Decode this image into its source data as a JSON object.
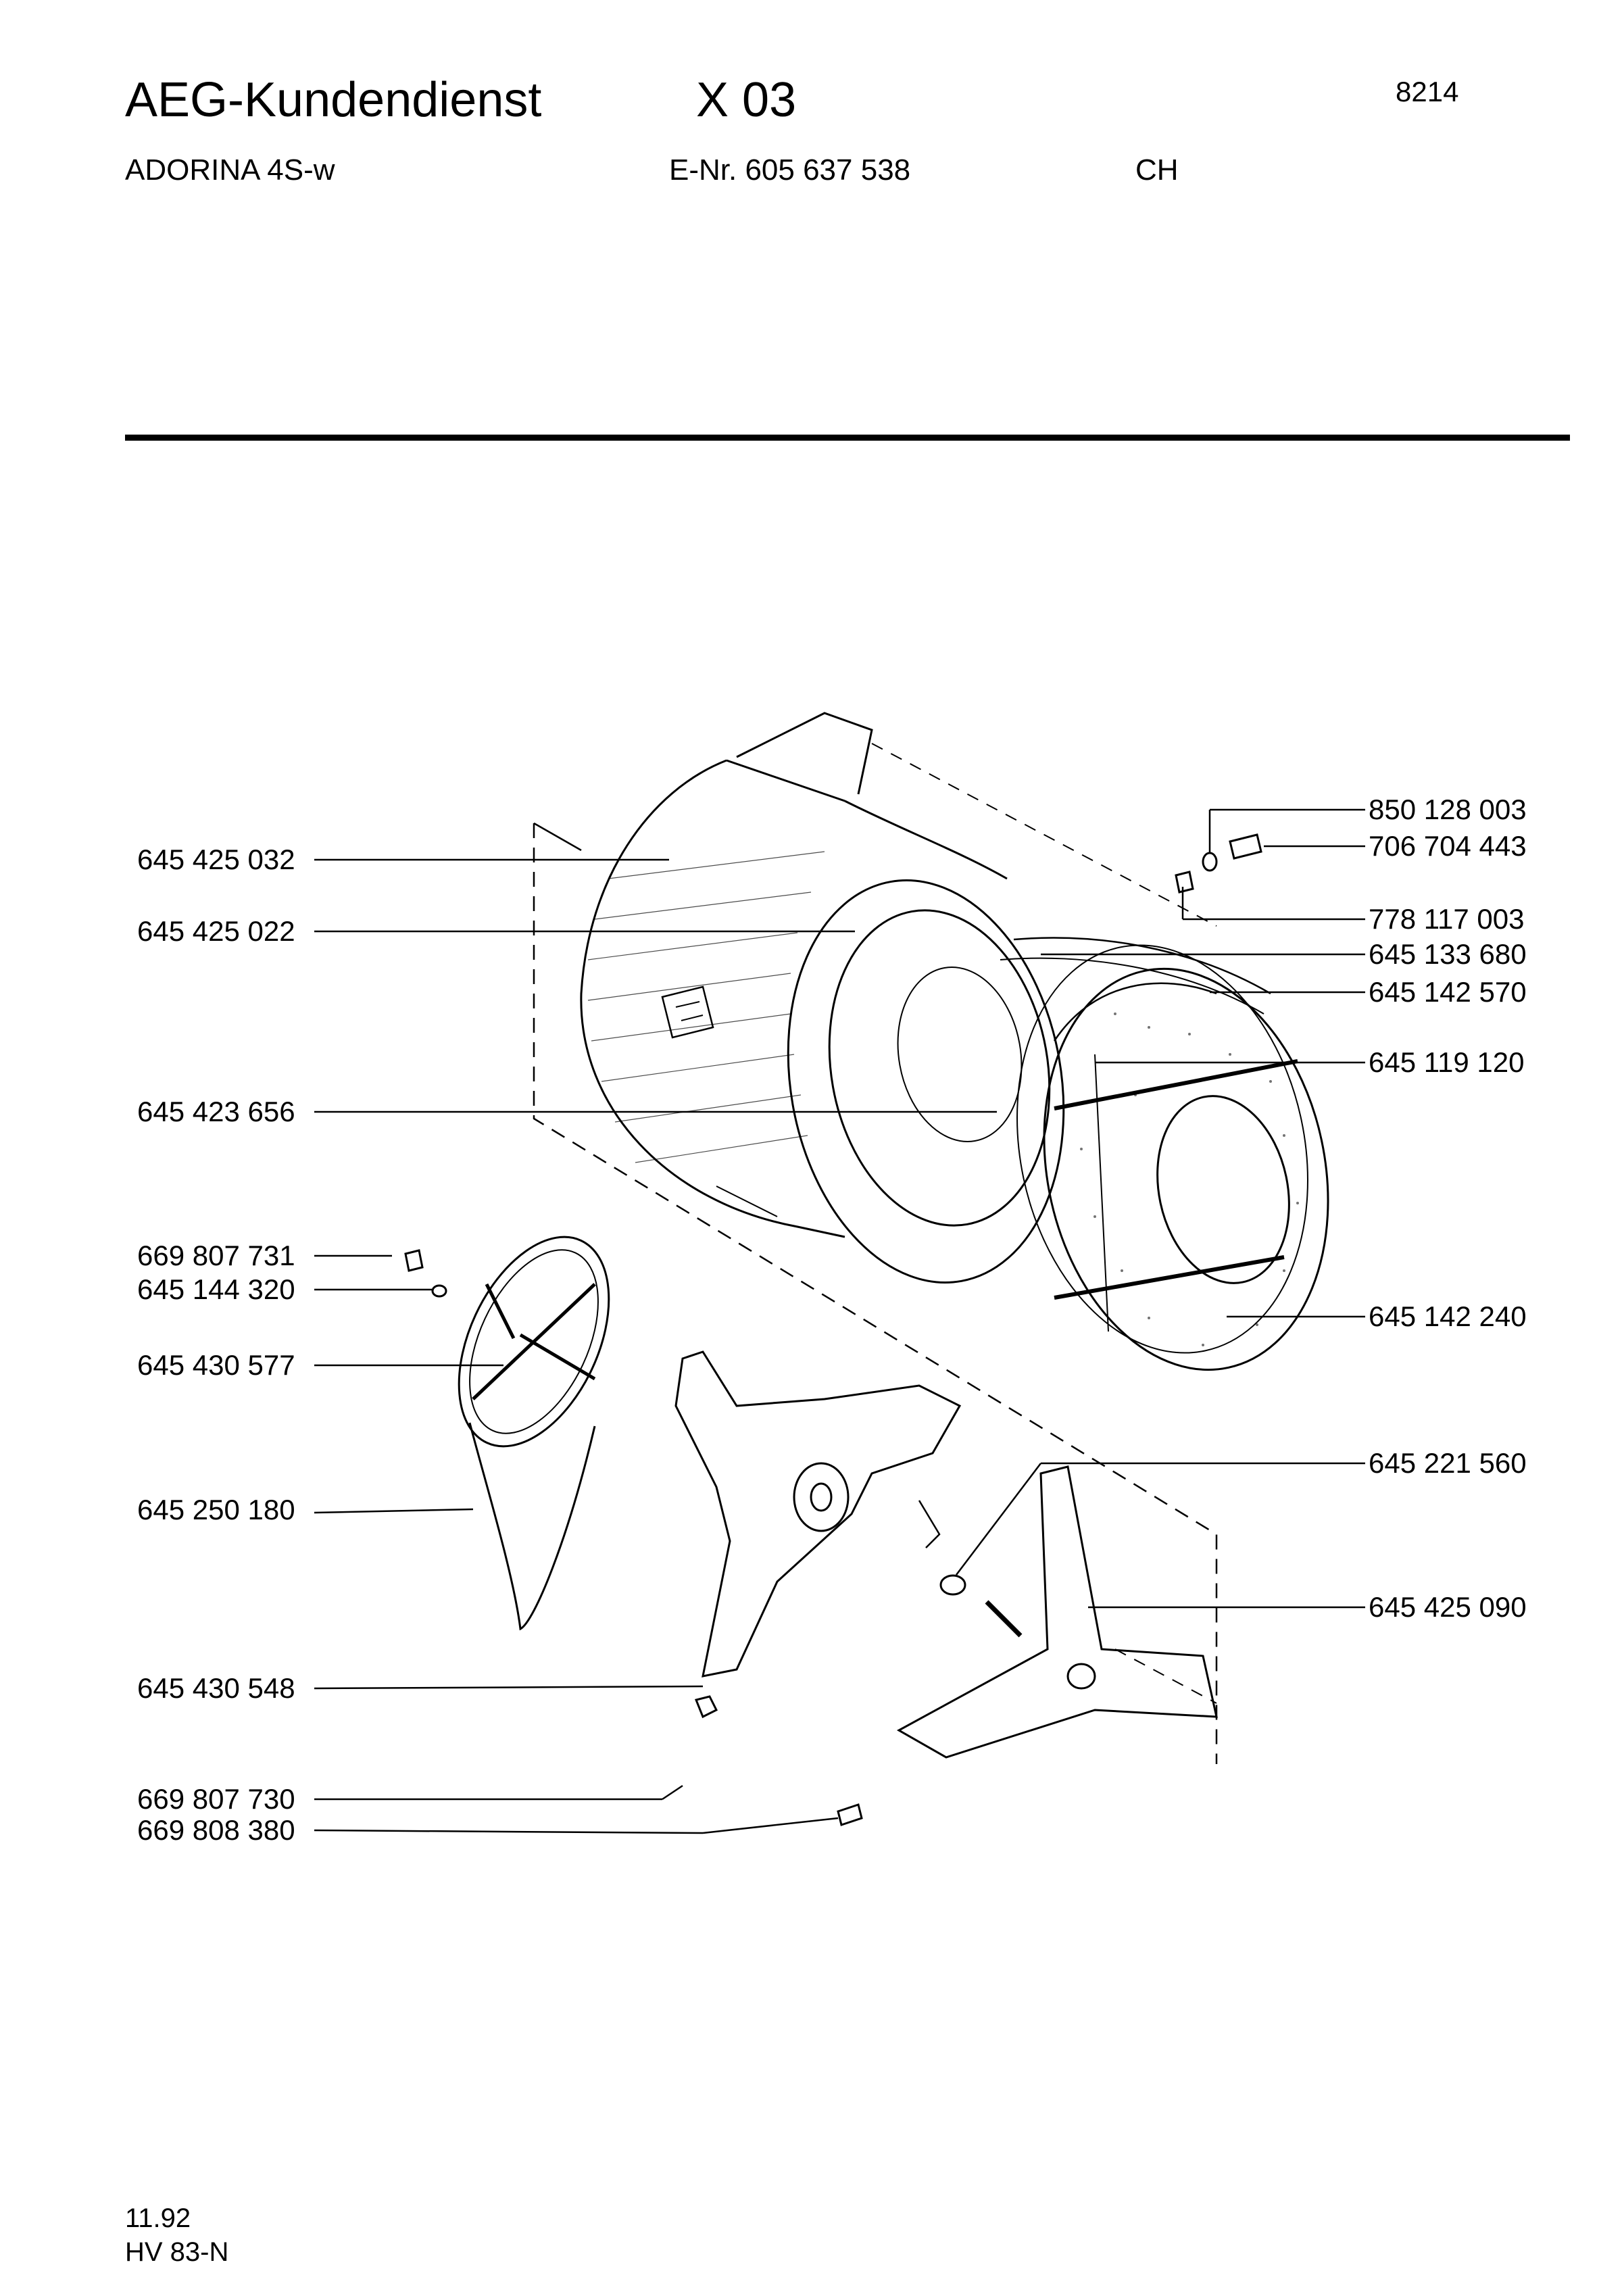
{
  "header": {
    "brand": "AEG-Kundendienst",
    "code": "X 03",
    "page_number": "8214",
    "model": "ADORINA 4S-w",
    "e_number": "E-Nr. 605 637 538",
    "country": "CH"
  },
  "parts_left": [
    "645 425 032",
    "645 425 022",
    "645 423 656",
    "669 807 731",
    "645 144 320",
    "645 430 577",
    "645 250 180",
    "645 430 548",
    "669 807 730",
    "669 808 380"
  ],
  "parts_right": [
    "850 128 003",
    "706 704 443",
    "778 117 003",
    "645 133 680",
    "645 142 570",
    "645 119 120",
    "645 142 240",
    "645 221 560",
    "645 425 090"
  ],
  "footer": {
    "date": "11.92",
    "doc_code": "HV 83-N"
  }
}
